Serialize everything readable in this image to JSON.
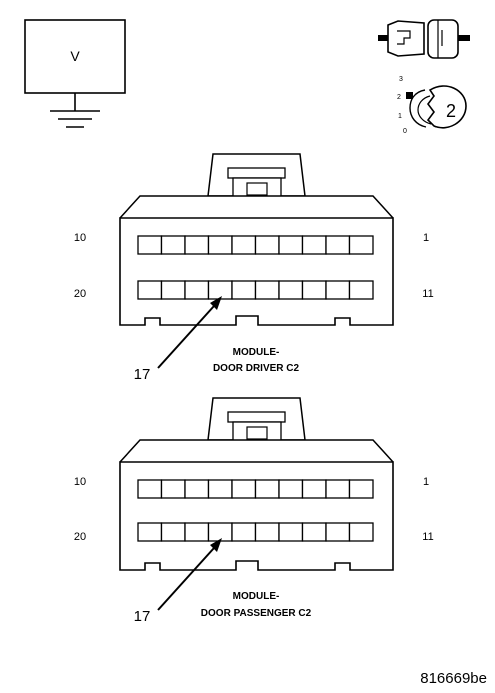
{
  "legend": {
    "meter_symbol": "V",
    "probe_position_numbers": [
      "3",
      "2",
      "1",
      "0"
    ],
    "probe_selected": "2"
  },
  "connectors": [
    {
      "label_line1": "MODULE-",
      "label_line2": "DOOR DRIVER C2",
      "pin_left_top": "10",
      "pin_right_top": "1",
      "pin_left_bottom": "20",
      "pin_right_bottom": "11",
      "callout_pin": "17"
    },
    {
      "label_line1": "MODULE-",
      "label_line2": "DOOR PASSENGER C2",
      "pin_left_top": "10",
      "pin_right_top": "1",
      "pin_left_bottom": "20",
      "pin_right_bottom": "11",
      "callout_pin": "17"
    }
  ],
  "figure_id": "816669be"
}
